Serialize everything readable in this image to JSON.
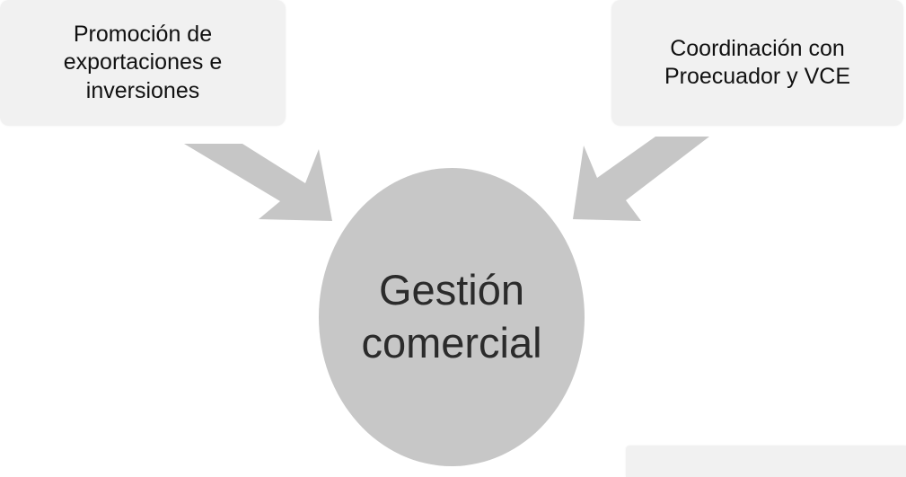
{
  "diagram": {
    "center_node": {
      "label": "Gestión\ncomercial"
    },
    "input_nodes": [
      {
        "label": "Promoción de\nexportaciones e\ninversiones"
      },
      {
        "label": "Coordinación con\nProecuador y VCE"
      }
    ],
    "colors": {
      "box_fill": "#f1f1f1",
      "circle_fill": "#c7c7c7",
      "arrow_fill": "#c6c6c6",
      "text": "#111111"
    }
  }
}
